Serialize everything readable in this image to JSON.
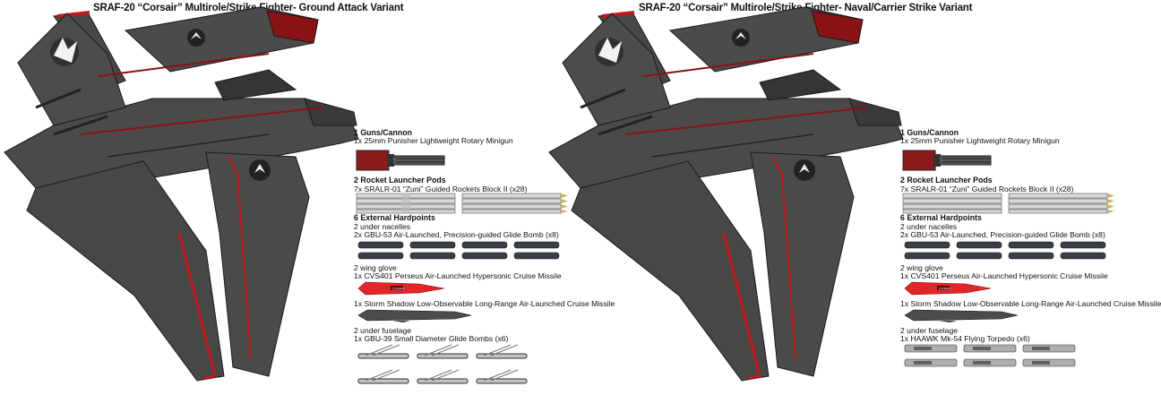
{
  "variants": [
    {
      "title": "SRAF-20 “Corsair” Multirole/Strike Fighter- Ground Attack Variant",
      "guns_header": "1 Guns/Cannon",
      "guns_item": "1x 25mm Punisher Lightweight Rotary Minigun",
      "rockets_header": "2 Rocket Launcher Pods",
      "rockets_item": "7x SRALR-01 “Zuni” Guided Rockets Block II (x28)",
      "hardpoints_header": "6 External Hardpoints",
      "nacelles_label": "2 under nacelles",
      "nacelles_item": "2x GBU-53 Air-Launched, Precision-guided Glide Bomb (x8)",
      "glove_label": "2 wing glove",
      "glove_item1": "1x CVS401 Perseus Air-Launched Hypersonic Cruise Missile",
      "glove_item2": "1x Storm Shadow Low-Observable Long-Range Air-Launched Cruise Missile",
      "fuselage_label": "2 under fuselage",
      "fuselage_item": "1x GBU-39 Small Diameter Glide Bombs (x6)"
    },
    {
      "title": "SRAF-20 “Corsair” Multirole/Strike Fighter- Naval/Carrier Strike Variant",
      "guns_header": "1 Guns/Cannon",
      "guns_item": "1x 25mm Punisher Lightweight Rotary Minigun",
      "rockets_header": "2 Rocket Launcher Pods",
      "rockets_item": "7x SRALR-01 “Zuni” Guided Rockets Block II (x28)",
      "hardpoints_header": "6 External Hardpoints",
      "nacelles_label": "2 under nacelles",
      "nacelles_item": "2x GBU-53 Air-Launched, Precision-guided Glide Bomb (x8)",
      "glove_label": "2 wing glove",
      "glove_item1": "1x CVS401 Perseus Air-Launched Hypersonic Cruise Missile",
      "glove_item2": "1x Storm Shadow Low-Observable Long-Range Air-Launched Cruise Missile",
      "fuselage_label": "2 under fuselage",
      "fuselage_item": "1x HAAWK Mk-54 Flying Torpedo (x6)"
    }
  ],
  "missile_marking": "CVS40",
  "colors": {
    "hull": "#4a4a48",
    "hull_dark": "#2e2e2d",
    "accent_red": "#c0181c",
    "panel_line": "#1a1a1a",
    "missile_red": "#e0262b",
    "rocket_body": "#d8d8d8",
    "rocket_tip": "#c9b35a"
  }
}
